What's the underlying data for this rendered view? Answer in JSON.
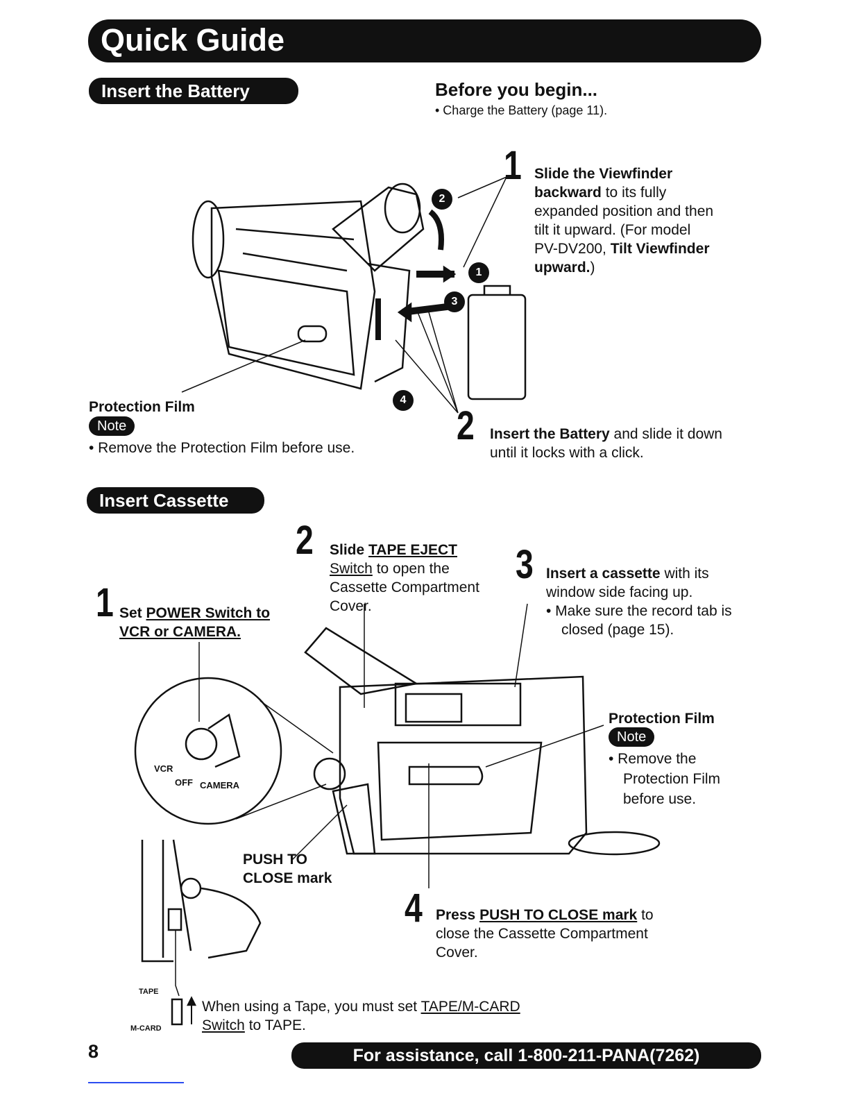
{
  "header": {
    "title": "Quick Guide"
  },
  "battery": {
    "section_label": "Insert the Battery",
    "before_title": "Before you begin...",
    "before_bullet": "• Charge the Battery (page 11).",
    "step1": {
      "num": "1",
      "l1b": "Slide the Viewfinder",
      "l2b": "backward",
      "l2": " to its fully",
      "l3": "expanded position and then",
      "l4": "tilt it upward. (For model",
      "l5": "PV-DV200, ",
      "l5b": "Tilt Viewfinder",
      "l6b": "upward.",
      "l6": ")"
    },
    "step2": {
      "num": "2",
      "l1b": "Insert the Battery",
      "l1": " and slide it down",
      "l2": "until it locks with a click."
    },
    "callouts": [
      "1",
      "2",
      "3",
      "4"
    ],
    "protection_label": "Protection Film",
    "note_label": "Note",
    "note_text": "• Remove the Protection Film before use."
  },
  "cassette": {
    "section_label": "Insert Cassette",
    "step1": {
      "num": "1",
      "l1": "Set ",
      "l1u": "POWER Switch to",
      "l2u": "VCR or CAMERA."
    },
    "step2": {
      "num": "2",
      "l1": "Slide ",
      "l1u": "TAPE EJECT",
      "l2u": "Switch",
      "l2": " to open the",
      "l3": "Cassette Compartment",
      "l4": "Cover."
    },
    "step3": {
      "num": "3",
      "l1b": "Insert a cassette",
      "l1": " with its",
      "l2": "window side facing up.",
      "l3": "• Make sure the record tab is",
      "l4": "closed (page 15)."
    },
    "step4": {
      "num": "4",
      "l1": "Press ",
      "l1u": "PUSH TO CLOSE mark",
      "l1e": " to",
      "l2": "close the Cassette Compartment",
      "l3": "Cover."
    },
    "switch_labels": {
      "vcr": "VCR",
      "off": "OFF",
      "camera": "CAMERA"
    },
    "push_label_1": "PUSH TO",
    "push_label_2": "CLOSE mark",
    "protection_label": "Protection Film",
    "note_label": "Note",
    "note_lines": [
      "• Remove the",
      "Protection Film",
      "before use."
    ],
    "tape_label": "TAPE",
    "mcard_label": "M-CARD",
    "tape_l1": "When using a Tape, you must set ",
    "tape_l1u": "TAPE/M-CARD",
    "tape_l2u": "Switch",
    "tape_l2": " to TAPE."
  },
  "footer": {
    "page_number": "8",
    "assistance": "For assistance, call 1-800-211-PANA(7262)"
  }
}
